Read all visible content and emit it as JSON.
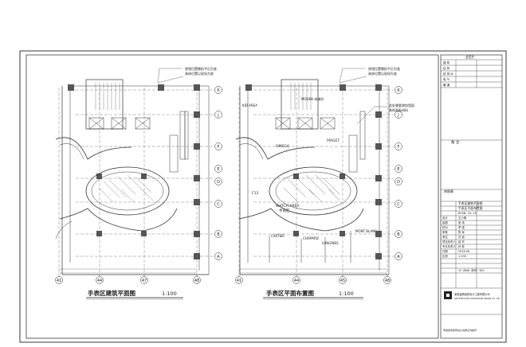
{
  "sheet": {
    "plan_left_caption": "手表区建筑平面图",
    "plan_right_caption": "手表区平面布置图",
    "scale_left": "1:100",
    "scale_right": "1:100"
  },
  "grid_labels": {
    "rows": [
      "K",
      "J",
      "F",
      "E",
      "D",
      "C",
      "B",
      "A"
    ],
    "cols_left": [
      "41",
      "44",
      "47",
      "48"
    ],
    "cols_right": [
      "41",
      "44",
      "45",
      "48"
    ]
  },
  "notes": {
    "left_top": [
      "原墙位置需拆平后为准",
      "具体位置以现场为准"
    ],
    "right_top": [
      "原墙位置需拆平后为准",
      "具体位置以现场为准"
    ],
    "right_mid": [
      "此处需要增加墙面",
      "装饰面板材料"
    ]
  },
  "room_labels": {
    "lift": "KID AREA",
    "luxury_elec": "MODEB 电梯间",
    "omega": "OMEGA",
    "piaget": "PIAGET",
    "f12": "F12",
    "watch_area": "WATCH AREA",
    "watch_area_cn": "手表区",
    "cartier": "CARTIER",
    "chopard": "CHOPARD",
    "longines": "LONGINES",
    "montblanc": "MONT BLANC"
  },
  "titleblock": {
    "top_header": "会签栏",
    "rows_top": [
      "建 筑",
      "结 构",
      "给 排 水",
      "电 气",
      "暖 通"
    ],
    "section_mid": "备 注",
    "section_stamp": "审图章",
    "project_cn": "手表区建筑平面图",
    "project_cn2": "手表区平面布置图",
    "drawing_no": "DSGN-18-15",
    "fields": [
      {
        "k": "设计",
        "v": "王小明"
      },
      {
        "k": "绘图",
        "v": "张 伟"
      },
      {
        "k": "校对",
        "v": "李 强"
      },
      {
        "k": "审核",
        "v": "陈 军"
      },
      {
        "k": "审定",
        "v": "刘 波"
      },
      {
        "k": "项目负责人",
        "v": "赵 东"
      },
      {
        "k": "专业负责人",
        "v": "孙 林"
      },
      {
        "k": "日期",
        "v": "2018.06"
      },
      {
        "k": "比例",
        "v": "1:100"
      }
    ],
    "sheet_no": "JS-0808 图号：001",
    "company_cn": "某某建筑装饰设计工程有限公司",
    "company_en": "ARCHITECTURAL DECORATION DESIGN CO., LTD.",
    "cert": "甲级建筑装饰设计资质证书编号"
  }
}
